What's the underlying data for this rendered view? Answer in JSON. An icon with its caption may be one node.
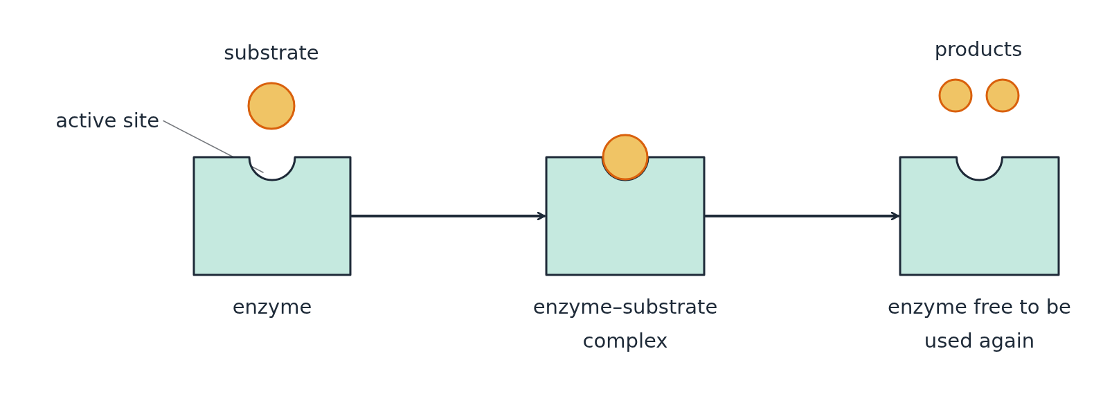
{
  "diagram": {
    "nodes": [
      {
        "text": [
          "substrate"
        ]
      },
      {
        "text": [
          "products"
        ]
      },
      {
        "text": [
          "active site"
        ]
      },
      {
        "text": [
          "enzyme"
        ]
      },
      {
        "text": [
          "enzyme–substrate complex"
        ]
      },
      {
        "text": [
          "enzyme free to be used again"
        ]
      }
    ],
    "edges": [
      {
        "from": 3,
        "to": 4,
        "arrow": "to"
      },
      {
        "from": 4,
        "to": 5,
        "arrow": "to"
      },
      {
        "from": 2,
        "to": 3,
        "arrow": "none"
      }
    ]
  }
}
